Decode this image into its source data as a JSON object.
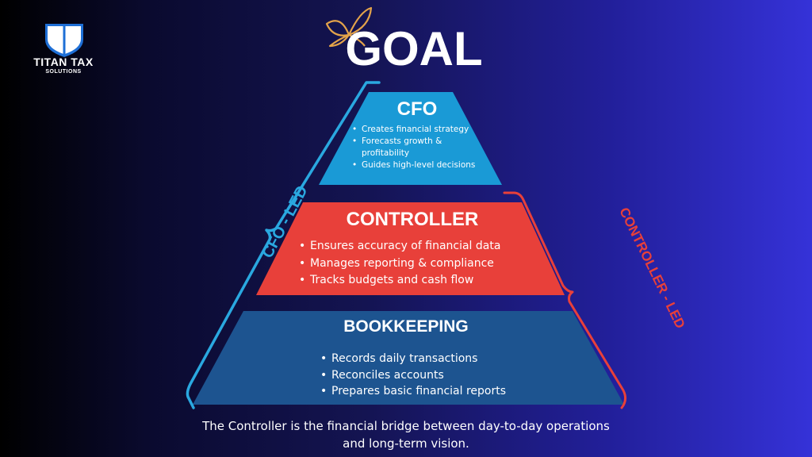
{
  "brand": {
    "name": "TITAN TAX",
    "sub": "SOLUTIONS",
    "logo_icon": "shield-icon",
    "colors": {
      "shield_blue": "#1e6fd6",
      "shield_white": "#ffffff"
    }
  },
  "header": {
    "title": "GOAL",
    "decor_icon": "butterfly-icon",
    "decor_color": "#e3a34a"
  },
  "pyramid": {
    "tiers": [
      {
        "key": "cfo",
        "title": "CFO",
        "color": "#1a9ad6",
        "bullets": [
          "Creates financial strategy",
          "Forecasts growth & profitability",
          "Guides high-level decisions"
        ]
      },
      {
        "key": "controller",
        "title": "CONTROLLER",
        "color": "#e8403a",
        "bullets": [
          "Ensures accuracy of financial data",
          "Manages reporting & compliance",
          "Tracks budgets and cash flow"
        ]
      },
      {
        "key": "bookkeeping",
        "title": "BOOKKEEPING",
        "color": "#1d5490",
        "bullets": [
          "Records daily transactions",
          "Reconciles accounts",
          "Prepares basic financial reports"
        ]
      }
    ],
    "brackets": [
      {
        "key": "cfo_led",
        "label": "CFO - LED",
        "color": "#2aa8e0"
      },
      {
        "key": "controller_led",
        "label": "CONTROLLER - LED",
        "color": "#e8403a"
      }
    ]
  },
  "caption": {
    "line1": "The Controller is the financial bridge between day-to-day operations",
    "line2": "and long-term vision."
  }
}
